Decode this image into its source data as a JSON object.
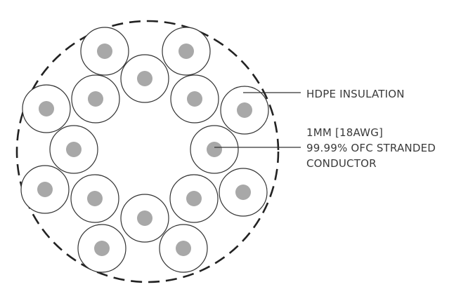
{
  "labels": {
    "insulation": "HDPE INSULATION",
    "conductor_line1": "1MM [18AWG]",
    "conductor_line2": "99.99% OFC STRANDED",
    "conductor_line3": "CONDUCTOR"
  },
  "colors": {
    "background": "#ffffff",
    "outline": "#333333",
    "insulation_fill": "#ffffff",
    "core_fill": "#a8a8a8",
    "text": "#3a3a3a"
  }
}
